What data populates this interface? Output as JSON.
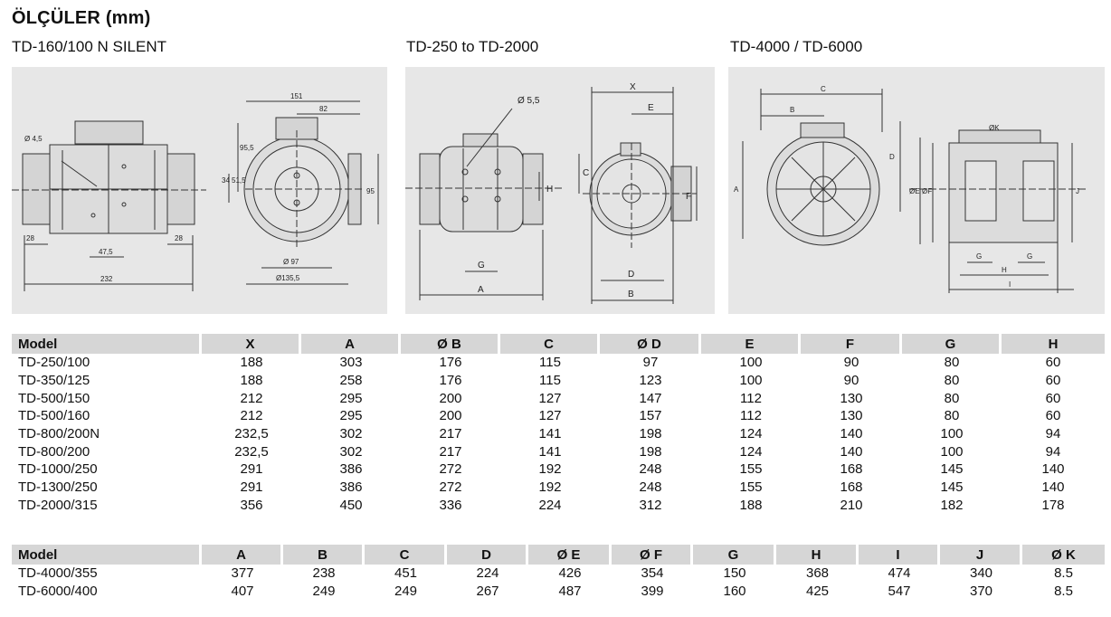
{
  "page_title": "ÖLÇÜLER (mm)",
  "drawings": [
    {
      "subtitle": "TD-160/100 N SILENT",
      "labels": [
        "Ø 4,5",
        "28",
        "47,5",
        "28",
        "232",
        "151",
        "82",
        "95,5",
        "34",
        "51,5",
        "95",
        "Ø 97",
        "Ø135,5"
      ]
    },
    {
      "subtitle": "TD-250 to TD-2000",
      "labels": [
        "Ø 5,5",
        "H",
        "G",
        "A",
        "X",
        "E",
        "C",
        "F",
        "D",
        "B"
      ]
    },
    {
      "subtitle": "TD-4000 / TD-6000",
      "labels": [
        "C",
        "B",
        "A",
        "D",
        "ØK",
        "ØE",
        "ØF",
        "J",
        "G",
        "G",
        "H",
        "I"
      ]
    }
  ],
  "table1": {
    "headers": [
      "Model",
      "X",
      "A",
      "Ø B",
      "C",
      "Ø D",
      "E",
      "F",
      "G",
      "H"
    ],
    "rows": [
      [
        "TD-250/100",
        "188",
        "303",
        "176",
        "115",
        "97",
        "100",
        "90",
        "80",
        "60"
      ],
      [
        "TD-350/125",
        "188",
        "258",
        "176",
        "115",
        "123",
        "100",
        "90",
        "80",
        "60"
      ],
      [
        "TD-500/150",
        "212",
        "295",
        "200",
        "127",
        "147",
        "112",
        "130",
        "80",
        "60"
      ],
      [
        "TD-500/160",
        "212",
        "295",
        "200",
        "127",
        "157",
        "112",
        "130",
        "80",
        "60"
      ],
      [
        "TD-800/200N",
        "232,5",
        "302",
        "217",
        "141",
        "198",
        "124",
        "140",
        "100",
        "94"
      ],
      [
        "TD-800/200",
        "232,5",
        "302",
        "217",
        "141",
        "198",
        "124",
        "140",
        "100",
        "94"
      ],
      [
        "TD-1000/250",
        "291",
        "386",
        "272",
        "192",
        "248",
        "155",
        "168",
        "145",
        "140"
      ],
      [
        "TD-1300/250",
        "291",
        "386",
        "272",
        "192",
        "248",
        "155",
        "168",
        "145",
        "140"
      ],
      [
        "TD-2000/315",
        "356",
        "450",
        "336",
        "224",
        "312",
        "188",
        "210",
        "182",
        "178"
      ]
    ]
  },
  "table2": {
    "headers": [
      "Model",
      "A",
      "B",
      "C",
      "D",
      "Ø E",
      "Ø F",
      "G",
      "H",
      "I",
      "J",
      "Ø K"
    ],
    "rows": [
      [
        "TD-4000/355",
        "377",
        "238",
        "451",
        "224",
        "426",
        "354",
        "150",
        "368",
        "474",
        "340",
        "8.5"
      ],
      [
        "TD-6000/400",
        "407",
        "249",
        "249",
        "267",
        "487",
        "399",
        "160",
        "425",
        "547",
        "370",
        "8.5"
      ]
    ]
  }
}
